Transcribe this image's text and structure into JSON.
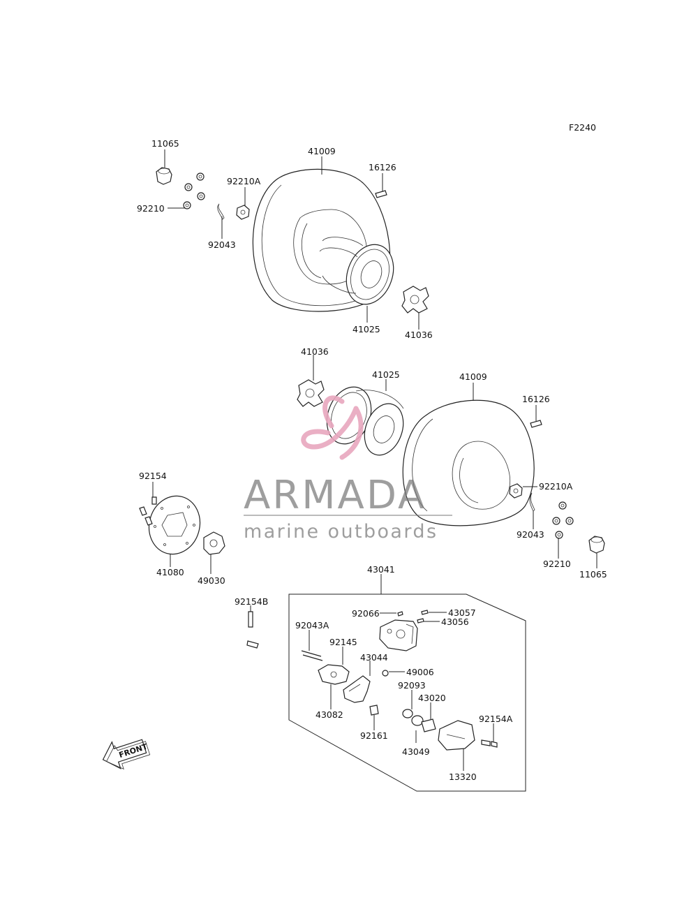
{
  "diagram_code": "F2240",
  "parts": {
    "p11065_a": "11065",
    "p92210_a": "92210",
    "p92210A_a": "92210A",
    "p92043_a": "92043",
    "p41009_a": "41009",
    "p16126_a": "16126",
    "p41025_a": "41025",
    "p41036_a": "41036",
    "p41036_b": "41036",
    "p41025_b": "41025",
    "p41009_b": "41009",
    "p16126_b": "16126",
    "p92154": "92154",
    "p41080": "41080",
    "p49030": "49030",
    "p92210A_b": "92210A",
    "p92043_b": "92043",
    "p92210_b": "92210",
    "p11065_b": "11065",
    "p43041": "43041",
    "p92154B": "92154B",
    "p92066": "92066",
    "p43057": "43057",
    "p43056": "43056",
    "p92043A": "92043A",
    "p92145": "92145",
    "p43044": "43044",
    "p49006": "49006",
    "p92093": "92093",
    "p43020": "43020",
    "p43082": "43082",
    "p92161": "92161",
    "p92154A": "92154A",
    "p43049": "43049",
    "p13320": "13320"
  },
  "front_arrow": "FRONT",
  "watermark": {
    "brand": "ARMADA",
    "tagline": "marine outboards",
    "logo_color": "#e8a7be",
    "text_color": "#7a7a7a"
  }
}
